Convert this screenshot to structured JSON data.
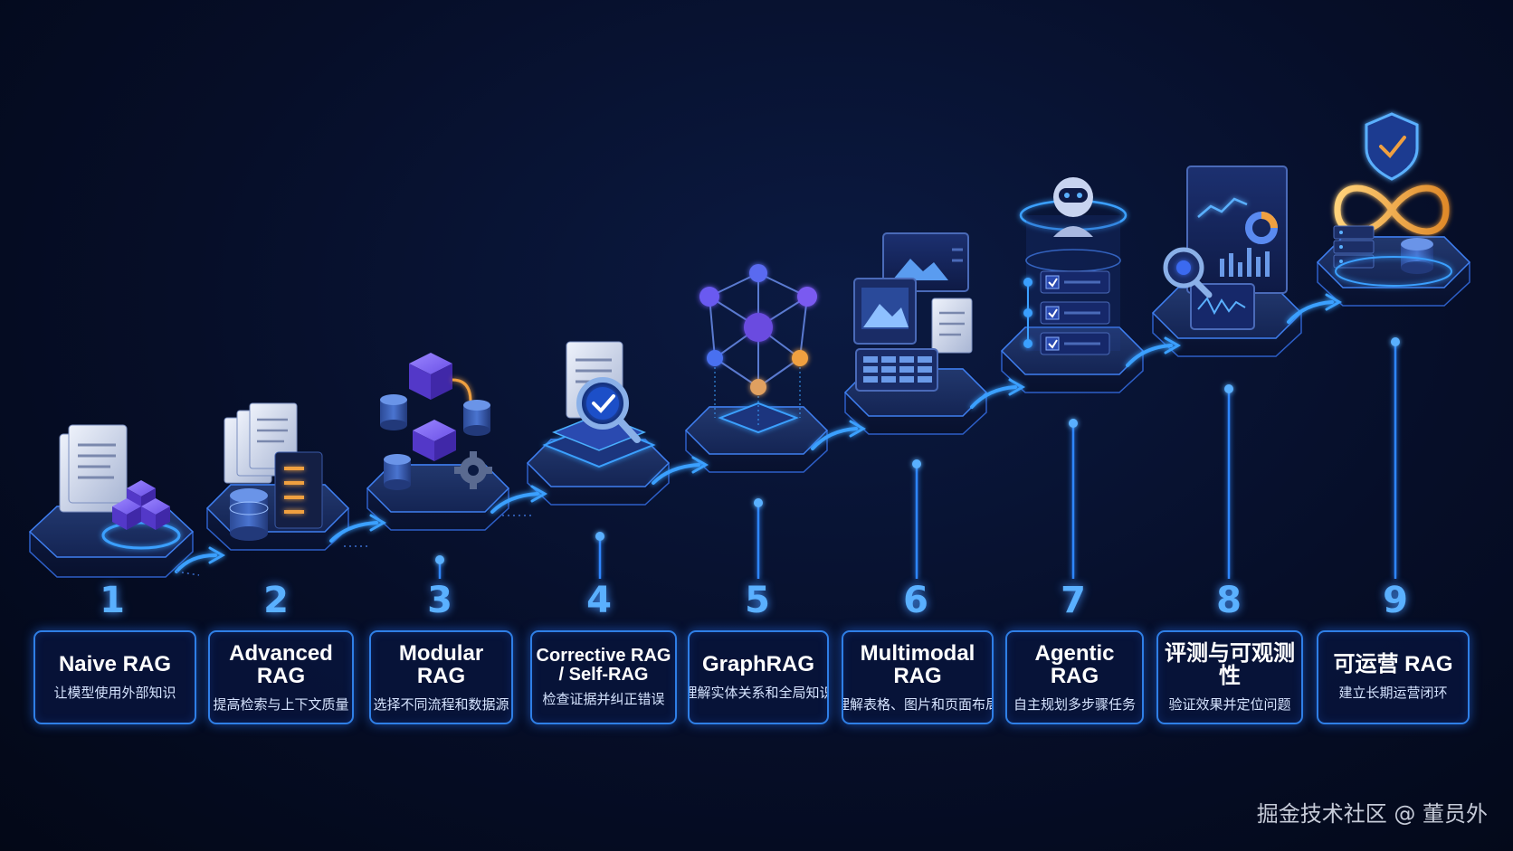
{
  "steps": [
    {
      "num": "1",
      "title": "Naive RAG",
      "desc": "让模型使用外部知识"
    },
    {
      "num": "2",
      "title": "Advanced RAG",
      "desc": "提高检索与上下文质量"
    },
    {
      "num": "3",
      "title": "Modular RAG",
      "desc": "选择不同流程和数据源"
    },
    {
      "num": "4",
      "title": "Corrective RAG / Self-RAG",
      "title_line1": "Corrective RAG",
      "title_line2": "/ Self-RAG",
      "desc": "检查证据并纠正错误"
    },
    {
      "num": "5",
      "title": "GraphRAG",
      "desc": "理解实体关系和全局知识"
    },
    {
      "num": "6",
      "title": "Multimodal RAG",
      "desc": "理解表格、图片和页面布局"
    },
    {
      "num": "7",
      "title": "Agentic RAG",
      "desc": "自主规划多步骤任务"
    },
    {
      "num": "8",
      "title": "评测与可观测性",
      "desc": "验证效果并定位问题"
    },
    {
      "num": "9",
      "title": "可运营 RAG",
      "desc": "建立长期运营闭环"
    }
  ],
  "watermark": "掘金技术社区 @ 董员外",
  "colors": {
    "background": "#050c24",
    "accent": "#2f7fe6",
    "glow": "#5ab0ff",
    "platform": "#1a2a5c",
    "cube": "#6a4ce0",
    "orange": "#f0a040"
  },
  "icons": [
    "document-cube-icon",
    "documents-database-server-icon",
    "modules-database-gear-icon",
    "document-magnifier-check-icon",
    "knowledge-graph-icon",
    "multimodal-image-table-icon",
    "robot-checklist-icon",
    "dashboard-chart-magnifier-icon",
    "shield-infinity-database-icon"
  ]
}
